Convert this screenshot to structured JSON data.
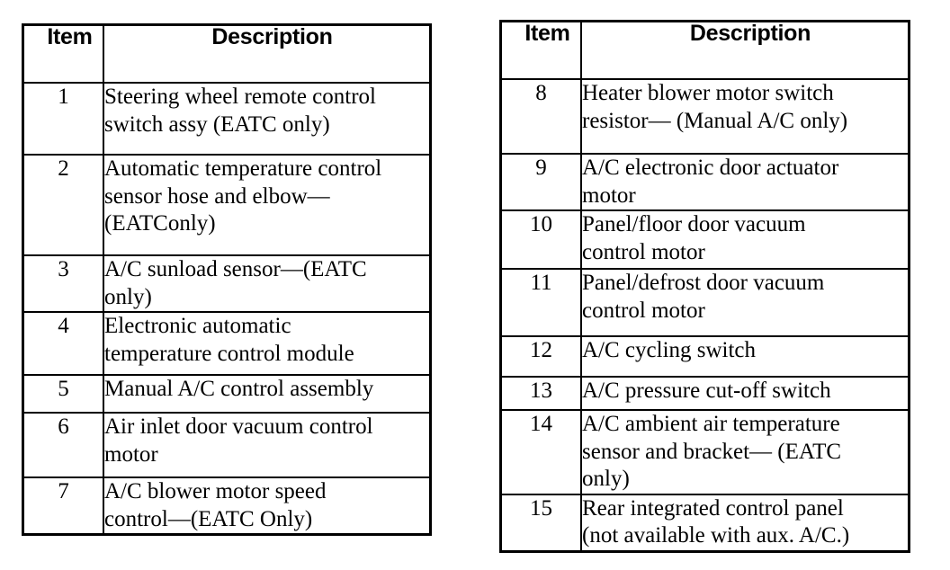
{
  "document": {
    "type": "parts-legend-table",
    "background_color": "#ffffff",
    "text_color": "#000000",
    "border_color": "#000000"
  },
  "tables": [
    {
      "id": "left",
      "columns": [
        "Item",
        "Description"
      ],
      "rows": [
        {
          "item": "1",
          "lines": [
            "Steering wheel remote control",
            "switch assy (EATC only)"
          ]
        },
        {
          "item": "2",
          "lines": [
            "Automatic temperature control",
            "sensor hose and elbow—",
            "(EATConly)"
          ]
        },
        {
          "item": "3",
          "lines": [
            "A/C sunload sensor—(EATC",
            "only)"
          ]
        },
        {
          "item": "4",
          "lines": [
            "Electronic automatic",
            "temperature control module"
          ]
        },
        {
          "item": "5",
          "lines": [
            "Manual A/C control assembly"
          ]
        },
        {
          "item": "6",
          "lines": [
            "Air inlet door vacuum control",
            "motor"
          ]
        },
        {
          "item": "7",
          "lines": [
            "A/C blower motor speed",
            "control—(EATC Only)"
          ]
        }
      ]
    },
    {
      "id": "right",
      "columns": [
        "Item",
        "Description"
      ],
      "rows": [
        {
          "item": "8",
          "lines": [
            "Heater blower motor switch",
            "resistor— (Manual A/C only)"
          ]
        },
        {
          "item": "9",
          "lines": [
            "A/C electronic door actuator",
            "motor"
          ]
        },
        {
          "item": "10",
          "lines": [
            "Panel/floor door vacuum",
            "control motor"
          ]
        },
        {
          "item": "11",
          "lines": [
            "Panel/defrost door vacuum",
            "control motor"
          ]
        },
        {
          "item": "12",
          "lines": [
            "A/C cycling switch"
          ]
        },
        {
          "item": "13",
          "lines": [
            "A/C pressure cut-off switch"
          ]
        },
        {
          "item": "14",
          "lines": [
            "A/C ambient air temperature",
            "sensor and bracket— (EATC",
            "only)"
          ]
        },
        {
          "item": "15",
          "lines": [
            "Rear integrated control panel",
            "(not available with aux. A/C.)"
          ]
        }
      ]
    }
  ]
}
